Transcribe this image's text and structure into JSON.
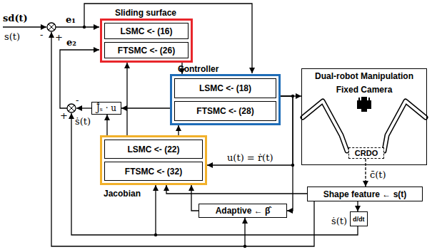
{
  "diagram": {
    "nodes": [
      {
        "text": [
          "Sliding surface",
          "LSMC <- (16)",
          "FTSMC <- (26)"
        ]
      },
      {
        "text": [
          "Controller",
          "LSMC <- (18)",
          "FTSMC <- (28)"
        ]
      },
      {
        "text": [
          "Ĵₛ · u"
        ]
      },
      {
        "text": [
          "Jacobian",
          "LSMC <- (22)",
          "FTSMC <- (32)"
        ]
      },
      {
        "text": [
          "Dual-robot Manipulation",
          "Fixed Camera"
        ]
      },
      {
        "text": [
          "CRDO"
        ],
        "in": 4
      },
      {
        "text": [
          "Adaptive ← β̂"
        ]
      },
      {
        "text": [
          "Shape feature ← s(t)"
        ]
      },
      {
        "text": [
          "d/dt"
        ]
      }
    ],
    "edges": [
      {
        "from": 0,
        "to": 1,
        "arrow": "to"
      },
      {
        "from": 3,
        "to": 0,
        "arrow": "to"
      },
      {
        "from": 3,
        "to": 1,
        "arrow": "to"
      },
      {
        "from": 3,
        "to": 2,
        "arrow": "to"
      },
      {
        "from": 1,
        "to": 2,
        "arrow": "to"
      },
      {
        "from": 1,
        "to": 4,
        "arrow": "to"
      },
      {
        "from": 1,
        "to": 3,
        "arrow": "to",
        "label": "u(t) = ṙ(t)"
      },
      {
        "from": 1,
        "to": 6,
        "arrow": "to"
      },
      {
        "from": 6,
        "to": 3,
        "arrow": "to"
      },
      {
        "from": 5,
        "to": 7,
        "arrow": "to",
        "label": "c̄(t)"
      },
      {
        "from": 7,
        "to": 8,
        "arrow": "to"
      },
      {
        "from": 7,
        "to": 3,
        "arrow": "to"
      },
      {
        "from": 8,
        "to": 3,
        "arrow": "to"
      },
      {
        "from": 7,
        "to": 6,
        "arrow": "to"
      }
    ],
    "labels": [
      "sd(t)",
      "s(t)",
      "-",
      "+",
      "e₁",
      "e₂",
      "-",
      "+",
      "ṡ(t)",
      "ṡ(t)"
    ]
  }
}
